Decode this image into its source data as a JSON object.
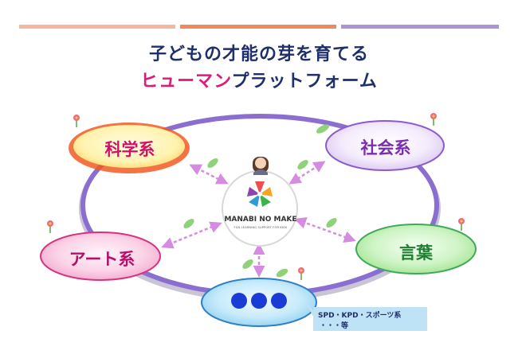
{
  "title": {
    "line1": "子どもの才能の芽を育てる",
    "line2_highlight": "ヒューマン",
    "line2_rest": "プラットフォーム"
  },
  "center": {
    "brand": "MANABI NO MAKE",
    "tagline": "FUN LEARNING SUPPORT FOR KIDS"
  },
  "nodes": {
    "science": "科学系",
    "society": "社会系",
    "art": "アート系",
    "language": "言葉"
  },
  "callout": {
    "line1": "SPD・KPD・スポーツ系",
    "line2": "・・・等"
  },
  "colors": {
    "title_navy": "#1e2f6b",
    "title_pink": "#e0187a",
    "ring": "#8b6fd0",
    "arrow": "#d58be0",
    "dots": "#1a3bd6"
  }
}
